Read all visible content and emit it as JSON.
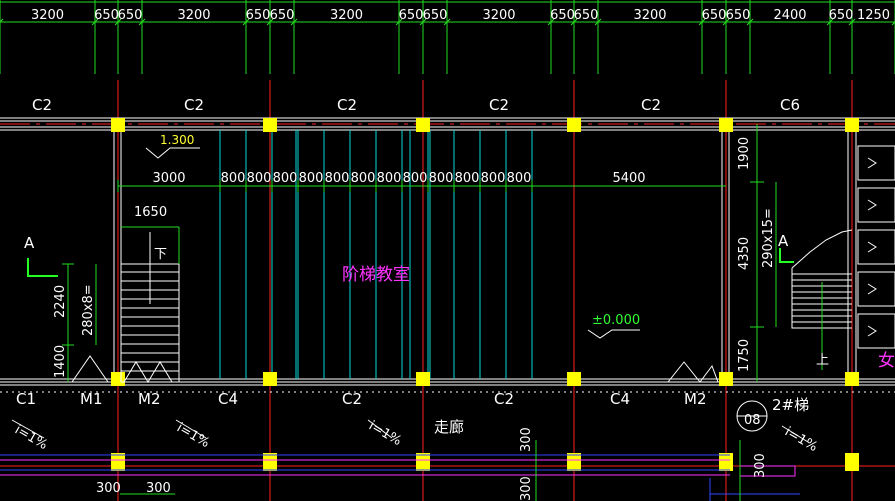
{
  "top_dimensions": [
    "3200",
    "650",
    "650",
    "3200",
    "650",
    "650",
    "3200",
    "650",
    "650",
    "3200",
    "650",
    "650",
    "3200",
    "650",
    "650",
    "2400",
    "650",
    "1250"
  ],
  "window_tags_top": [
    "C2",
    "C2",
    "C2",
    "C2",
    "C2",
    "C6"
  ],
  "window_tags_bottom": [
    "C1",
    "M1",
    "M2",
    "C4",
    "C2",
    "C2",
    "C4",
    "M2"
  ],
  "interior_dimensions": [
    "3000",
    "800",
    "800",
    "800",
    "800",
    "800",
    "800",
    "800",
    "800",
    "800",
    "800",
    "800",
    "800",
    "5400"
  ],
  "dim_1650": "1650",
  "dim_1900": "1900",
  "dim_4350": "4350",
  "dim_1750": "1750",
  "dim_290x15": "290x15=",
  "dim_2240": "2240",
  "dim_280x8": "280x8=",
  "dim_1400": "1400",
  "dim_300_a": "300",
  "dim_300_b": "300",
  "dim_300_c": "300",
  "dim_300_d": "300",
  "dim_300_e": "300",
  "level_1300": "1.300",
  "level_0000": "±0.000",
  "room_name": "阶梯教室",
  "corridor": "走廊",
  "section_mark_left": "A",
  "section_mark_right": "A",
  "stair_down": "下",
  "stair_up": "上",
  "stair_tag": "2#梯",
  "circle_tag": "08",
  "slope_tag": "i=1%",
  "wc_label": "女",
  "colors": {
    "background": "#000000",
    "dimension": "#00ff00",
    "axis": "#ff0000",
    "column": "#ffff00",
    "wall": "#ffffff",
    "steps": "#00e5e5",
    "pipe_blue": "#3344ff",
    "pipe_magenta": "#ff33ff"
  }
}
